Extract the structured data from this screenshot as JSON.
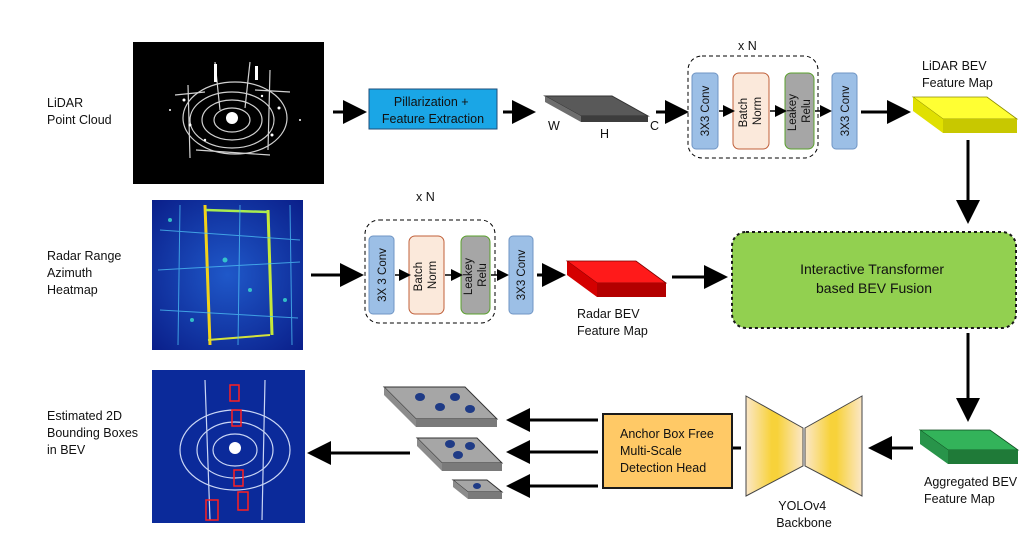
{
  "inputs": {
    "lidar_label": [
      "LiDAR",
      "Point Cloud"
    ],
    "radar_label": [
      "Radar Range",
      "Azimuth",
      "Heatmap"
    ],
    "output_label": [
      "Estimated 2D",
      "Bounding Boxes",
      "in BEV"
    ]
  },
  "lidar_branch": {
    "pillarization": [
      "Pillarization +",
      "Feature Extraction"
    ],
    "grid_w": "W",
    "grid_h": "H",
    "grid_c": "C",
    "repeat": "x N",
    "conv_a": "3X3 Conv",
    "batch_norm": [
      "Batch",
      "Norm"
    ],
    "leaky_relu": [
      "Leakey",
      "Relu"
    ],
    "conv_b": "3X3 Conv",
    "feature_map": [
      "LiDAR BEV",
      "Feature Map"
    ]
  },
  "radar_branch": {
    "repeat": "x N",
    "conv_a": "3X 3 Conv",
    "batch_norm": [
      "Batch",
      "Norm"
    ],
    "leaky_relu": [
      "Leakey",
      "Relu"
    ],
    "conv_b": "3X3 Conv",
    "feature_map": [
      "Radar BEV",
      "Feature Map"
    ]
  },
  "fusion": [
    "Interactive Transformer",
    "based BEV Fusion"
  ],
  "aggregated": [
    "Aggregated BEV",
    "Feature Map"
  ],
  "backbone": [
    "YOLOv4",
    "Backbone"
  ],
  "head": [
    "Anchor Box Free",
    "Multi-Scale",
    "Detection Head"
  ],
  "colors": {
    "pillar_box": "#1aa6e6",
    "conv_box": "#9cbfe6",
    "batch_norm_fill": "#fbe9db",
    "batch_norm_border": "#c0603a",
    "leaky_fill": "#a6a6a6",
    "leaky_border": "#5aa02c",
    "lidar_bev": "#e6e600",
    "radar_bev": "#e60000",
    "aggregated_bev": "#2f9e4a",
    "fusion": "#92d050",
    "head": "#ffc966",
    "backbone": "#f5d020"
  }
}
